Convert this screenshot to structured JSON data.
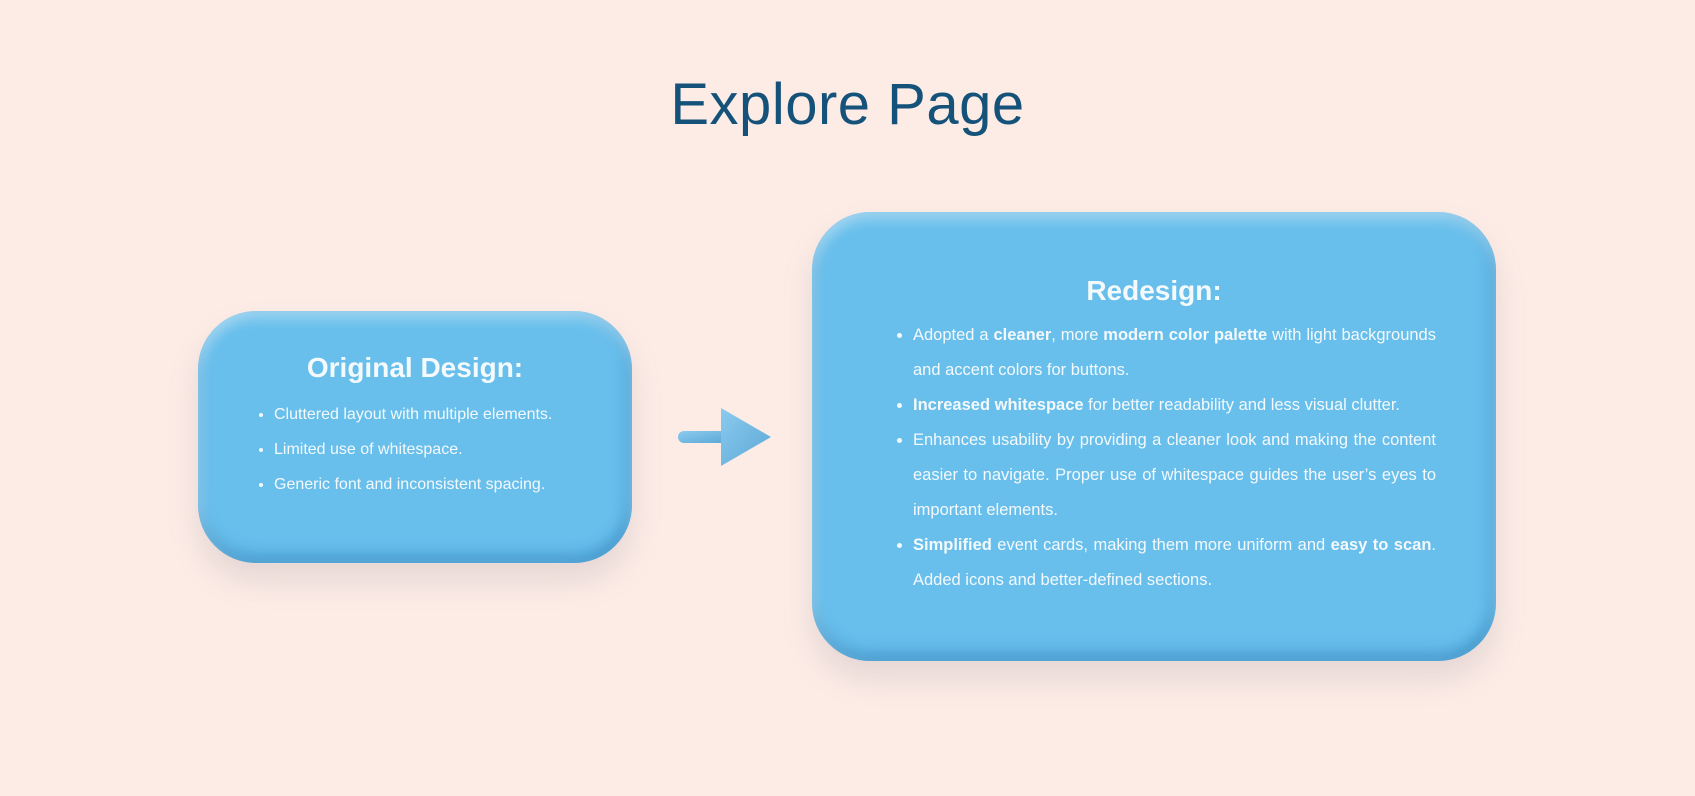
{
  "page": {
    "title": "Explore Page"
  },
  "original": {
    "heading": "Original Design:",
    "points": [
      "Cluttered layout with multiple elements.",
      "Limited use of whitespace.",
      "Generic font and inconsistent spacing."
    ]
  },
  "redesign": {
    "heading": "Redesign:",
    "points": [
      {
        "p1_pre": "Adopted a ",
        "p1_b1": "cleaner",
        "p1_mid": ", more ",
        "p1_b2": "modern color palette",
        "p1_post": " with light backgrounds and accent colors for buttons."
      },
      {
        "p2_b1": "Increased whitespace",
        "p2_post": " for better readability and less visual clutter."
      },
      {
        "p3_text": "Enhances usability by providing a cleaner look and making the content easier to navigate. Proper use of whitespace guides the user’s eyes to important elements."
      },
      {
        "p4_b1": "Simplified",
        "p4_mid": " event cards, making them more uniform and ",
        "p4_b2": "easy to scan",
        "p4_post": ". Added icons and better-defined sections."
      }
    ]
  },
  "colors": {
    "background": "#fdece6",
    "title": "#15527a",
    "card": "#68bfec",
    "card_text": "#f4f9fc",
    "arrow": "#78bde3"
  },
  "icons": {
    "transition": "arrow-right-icon"
  }
}
